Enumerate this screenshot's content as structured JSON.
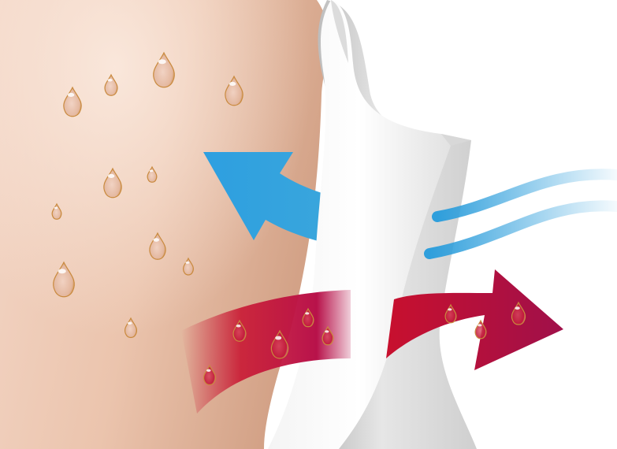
{
  "figure": {
    "description_hidden": "",
    "colors": {
      "skin_light": "#f6ded1",
      "skin_dark": "#d8a98e",
      "fabric_light": "#ffffff",
      "fabric_shadow": "#c9c9c9",
      "arrow_blue": "#3aa6dc",
      "arrow_red": "#c8102e",
      "arrow_red_dark": "#a0104a",
      "droplet_gold": "#d39a3a"
    },
    "elements": {
      "skin": "skin-panel",
      "fabric": "fabric-layer",
      "air_arrow": "air-flow-arrow",
      "moisture_arrow": "moisture-flow-arrow",
      "wind_lines": "wind-lines"
    }
  }
}
